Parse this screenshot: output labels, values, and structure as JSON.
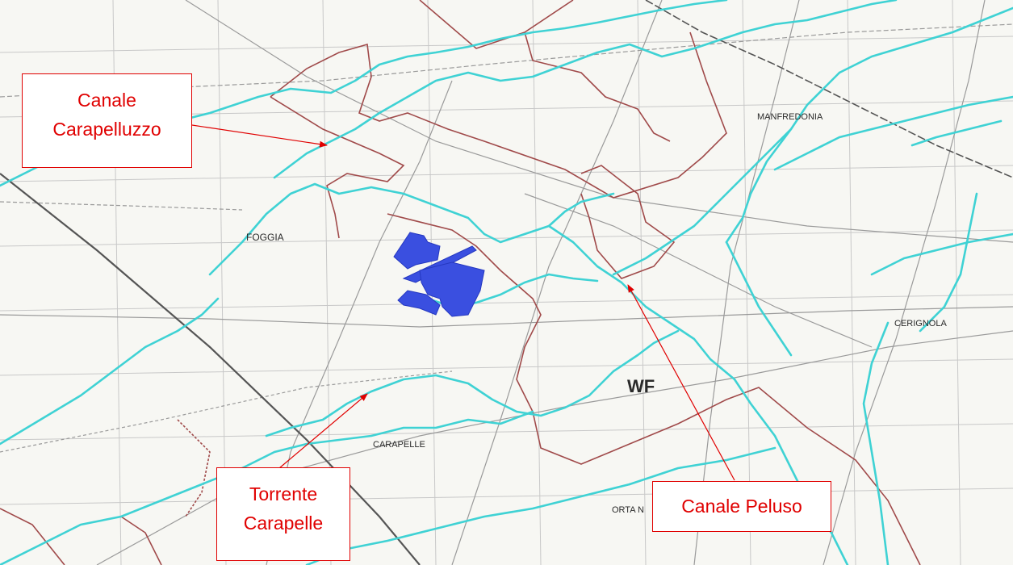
{
  "callouts": {
    "carapelluzzo": {
      "line1": "Canale",
      "line2": "Carapelluzzo"
    },
    "torrente": {
      "line1": "Torrente",
      "line2": "Carapelle"
    },
    "peluso": {
      "line1": "Canale Peluso"
    }
  },
  "places": {
    "manfredonia": "MANFREDONIA",
    "foggia": "FOGGIA",
    "cerignola": "CERIGNOLA",
    "carapelle": "CARAPELLE",
    "orta": "ORTA N",
    "wf": "WF"
  },
  "colors": {
    "river": "#3fd2d4",
    "boundary": "#a04a4a",
    "site": "#3a4fe0",
    "callout": "#e00000",
    "grid": "#c8c8c8",
    "road": "#9a9a9a",
    "railway": "#555555"
  }
}
